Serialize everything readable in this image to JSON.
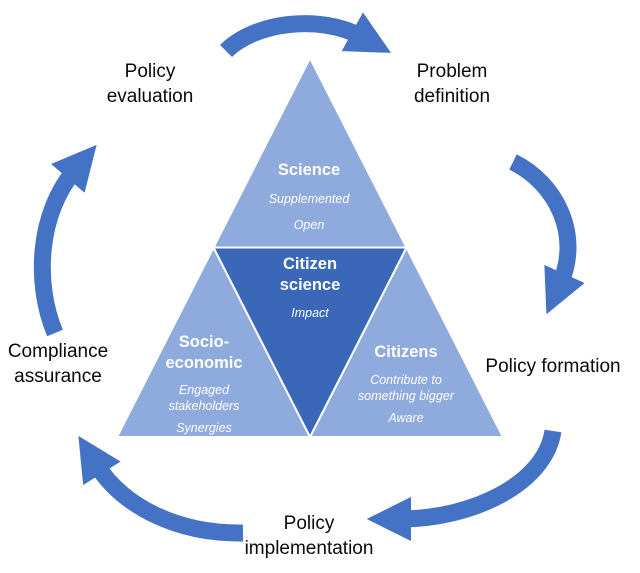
{
  "triangles": {
    "science": {
      "title": "Science",
      "items": [
        "Supplemented",
        "Open"
      ]
    },
    "citizen_science": {
      "title": "Citizen science",
      "items": [
        "Impact"
      ]
    },
    "socio_economic": {
      "title": "Socio-economic",
      "items": [
        "Engaged stakeholders",
        "Synergies"
      ]
    },
    "citizens": {
      "title": "Citizens",
      "items": [
        "Contribute to something bigger",
        "Aware"
      ]
    }
  },
  "cycle": {
    "policy_evaluation": "Policy evaluation",
    "problem_definition": "Problem definition",
    "policy_formation": "Policy formation",
    "policy_implementation": "Policy implementation",
    "compliance_assurance": "Compliance assurance"
  },
  "colors": {
    "triangle_light": "#8faadc",
    "triangle_dark": "#3a67b8",
    "arrow": "#4472c4",
    "triangle_text": "#ffffff",
    "label_text": "#0a0a0a"
  }
}
